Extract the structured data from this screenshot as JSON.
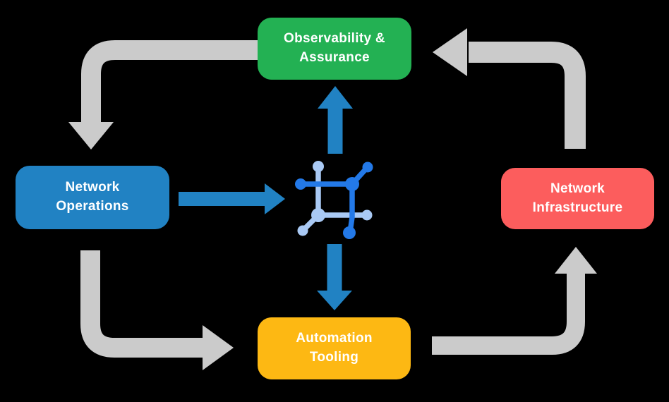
{
  "diagram": {
    "colors": {
      "background": "#000000",
      "cycle_arrow": "#CBCBCB",
      "flow_arrow": "#2182C3",
      "icon_primary": "#2379E8",
      "icon_secondary": "#A9C9F4",
      "text": "#FFFFFF",
      "node_observability": "#23B153",
      "node_operations": "#2182C3",
      "node_infrastructure": "#FC5D5D",
      "node_automation": "#FDB813"
    },
    "nodes": {
      "observability": {
        "label_line1": "Observability &",
        "label_line2": "Assurance"
      },
      "operations": {
        "label_line1": "Network",
        "label_line2": "Operations"
      },
      "infrastructure": {
        "label_line1": "Network",
        "label_line2": "Infrastructure"
      },
      "automation": {
        "label_line1": "Automation",
        "label_line2": "Tooling"
      }
    },
    "center_icon": "network-mesh-icon"
  }
}
